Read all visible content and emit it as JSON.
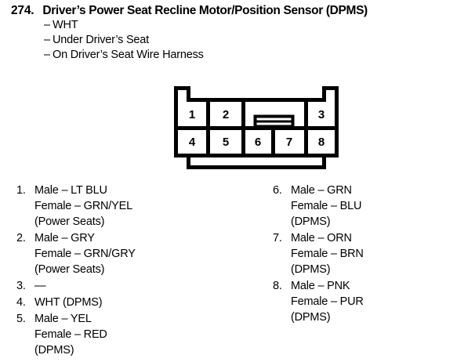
{
  "header": {
    "number": "274.",
    "title": "Driver’s Power Seat Recline Motor/Position Sensor (DPMS)",
    "dash": "–",
    "sublines": [
      "WHT",
      "Under Driver’s Seat",
      "On Driver’s Seat Wire Harness"
    ]
  },
  "connector": {
    "name": "8-way-connector-diagram",
    "top_row_pins": [
      "1",
      "2",
      "3"
    ],
    "bottom_row_pins": [
      "4",
      "5",
      "6",
      "7",
      "8"
    ],
    "latch_label": "center-latch-tab",
    "line_color": "#000000"
  },
  "legend": {
    "left_column": [
      {
        "index": "1.",
        "lines": [
          "Male – LT BLU",
          "Female – GRN/YEL",
          "(Power Seats)"
        ]
      },
      {
        "index": "2.",
        "lines": [
          "Male – GRY",
          "Female – GRN/GRY",
          "(Power Seats)"
        ]
      },
      {
        "index": "3.",
        "lines": [
          "—"
        ]
      },
      {
        "index": "4.",
        "lines": [
          "WHT (DPMS)"
        ]
      },
      {
        "index": "5.",
        "lines": [
          "Male – YEL",
          "Female – RED",
          "(DPMS)"
        ]
      }
    ],
    "right_column": [
      {
        "index": "6.",
        "lines": [
          "Male – GRN",
          "Female – BLU",
          "(DPMS)"
        ]
      },
      {
        "index": "7.",
        "lines": [
          "Male – ORN",
          "Female – BRN",
          "(DPMS)"
        ]
      },
      {
        "index": "8.",
        "lines": [
          "Male – PNK",
          "Female – PUR",
          "(DPMS)"
        ]
      }
    ]
  }
}
